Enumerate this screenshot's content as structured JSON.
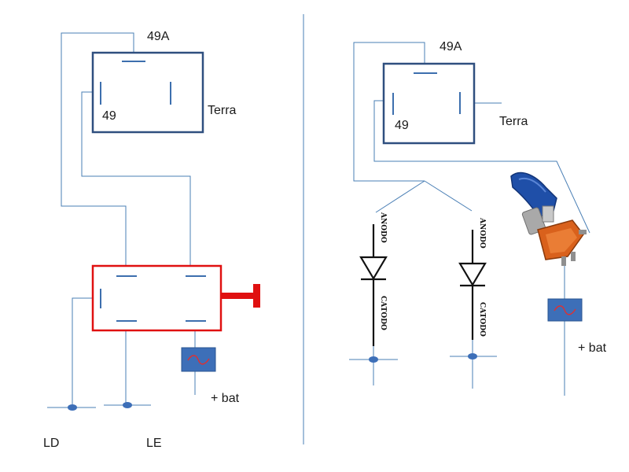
{
  "left_diagram": {
    "relay_labels": {
      "top": "49A",
      "left": "49",
      "right": "Terra"
    },
    "battery_label": "+ bat",
    "outputs": {
      "left": "LD",
      "right": "LE"
    }
  },
  "right_diagram": {
    "relay_labels": {
      "top": "49A",
      "left": "49",
      "right": "Terra"
    },
    "diode_labels": {
      "anode": "ANODO",
      "cathode": "CATODO"
    },
    "battery_label": "+ bat"
  },
  "colors": {
    "wire": "#4a7fb5",
    "relay_outline": "#2f4f7f",
    "switch_outline": "#e01010",
    "fuse_fill": "#3d6fb8",
    "fuse_symbol": "#e03030",
    "toggle_cap": "#1f4fa8",
    "toggle_body": "#d9611c"
  },
  "icons": [
    "fuse-icon",
    "diode-symbol",
    "toggle-switch-icon",
    "terminal-dot"
  ]
}
